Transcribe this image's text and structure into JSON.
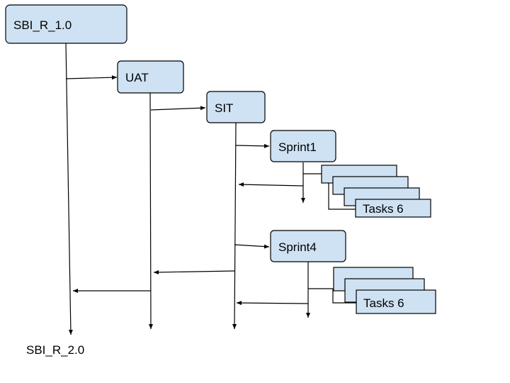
{
  "nodes": {
    "release_start": "SBI_R_1.0",
    "uat": "UAT",
    "sit": "SIT",
    "sprint1": "Sprint1",
    "sprint1_tasks": "Tasks 6",
    "sprint4": "Sprint4",
    "sprint4_tasks": "Tasks 6",
    "release_end": "SBI_R_2.0"
  },
  "colors": {
    "box_fill": "#cfe2f3",
    "stroke": "#000000"
  }
}
